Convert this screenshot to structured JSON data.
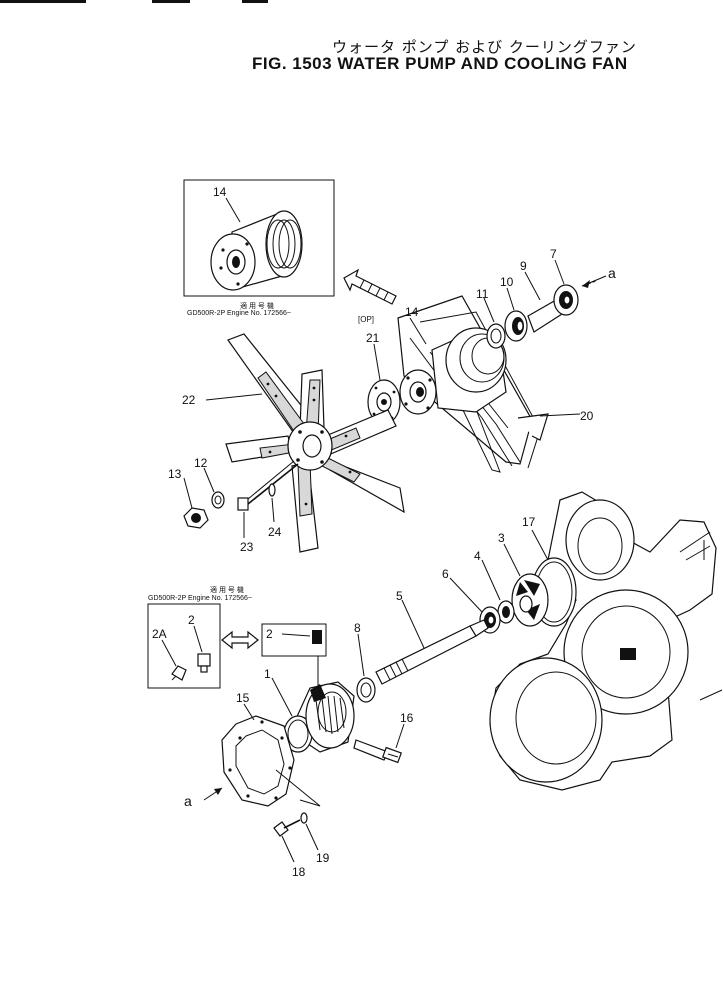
{
  "header": {
    "title_jp": "ウォータ ポンプ および クーリングファン",
    "title_en": "FIG. 1503  WATER PUMP AND COOLING FAN"
  },
  "notes": {
    "upper_jp": "適 用 号 機",
    "upper_en": "GD500R-2P  Engine No. 172566~",
    "lower_jp": "適 用 号 機",
    "lower_en": "GD500R-2P  Engine No. 172566~",
    "option": "[OP]"
  },
  "parts": {
    "p1": "1",
    "p2": "2",
    "p2b": "2",
    "p2a": "2A",
    "p3": "3",
    "p4": "4",
    "p5": "5",
    "p6": "6",
    "p7": "7",
    "p8": "8",
    "p9": "9",
    "p10": "10",
    "p11": "11",
    "p12": "12",
    "p13": "13",
    "p14a": "14",
    "p14b": "14",
    "p15": "15",
    "p16": "16",
    "p17": "17",
    "p18": "18",
    "p19": "19",
    "p20": "20",
    "p21": "21",
    "p22": "22",
    "p23": "23",
    "p24": "24"
  },
  "refs": {
    "a_top": "a",
    "a_bottom": "a"
  }
}
